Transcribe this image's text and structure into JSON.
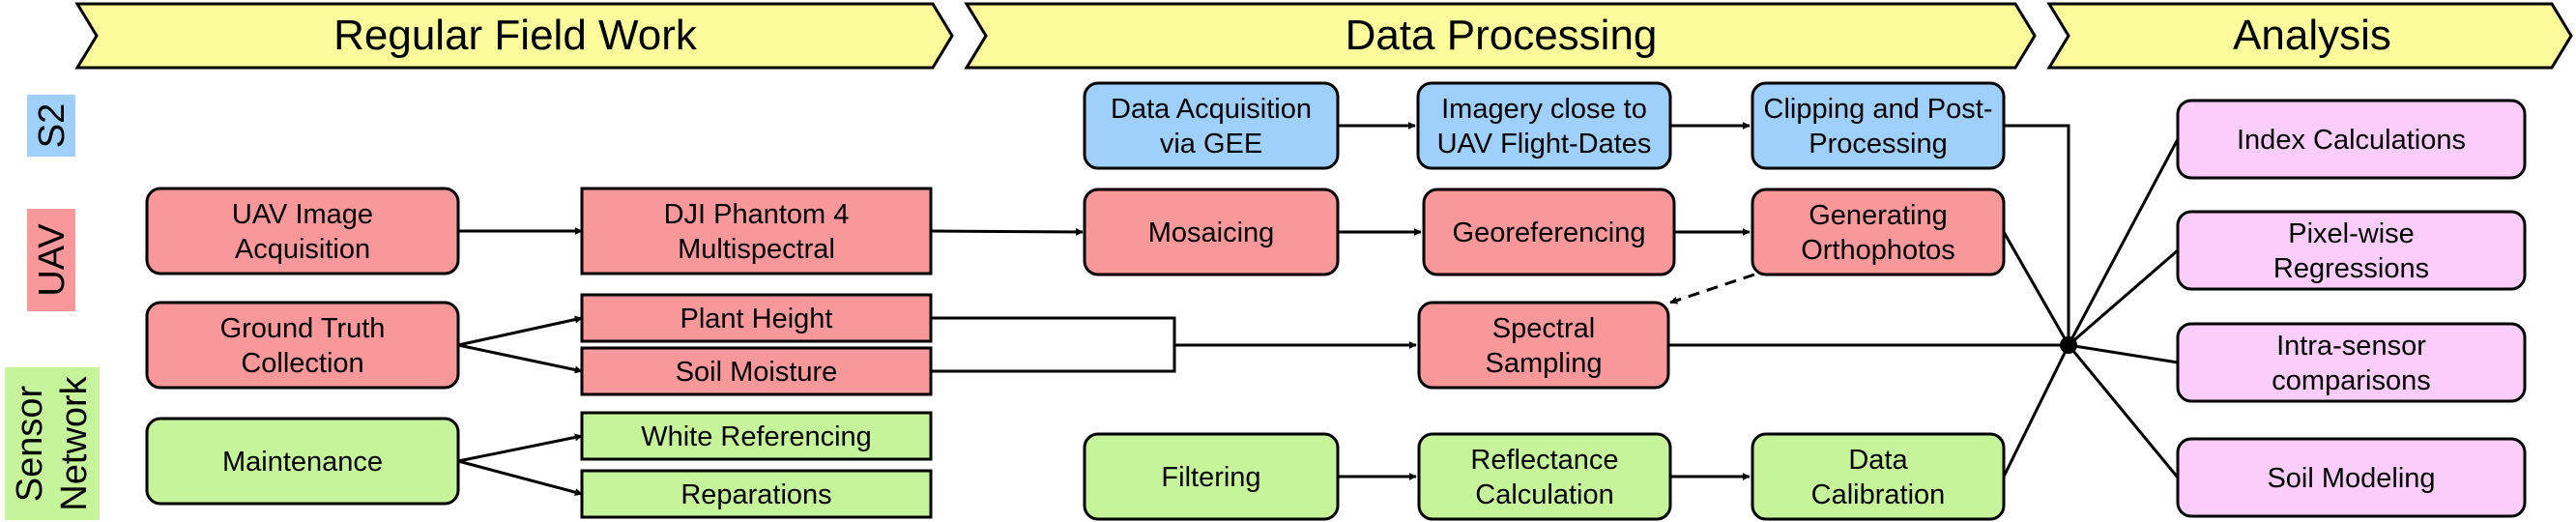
{
  "colors": {
    "phase": "#fbfb9b",
    "s2": "#9fd0fb",
    "uav": "#f9989a",
    "sensor": "#c6f49a",
    "analysis": "#fbcdfb",
    "stroke": "#000000"
  },
  "phases": [
    {
      "id": "field",
      "label": "Regular Field Work"
    },
    {
      "id": "processing",
      "label": "Data Processing"
    },
    {
      "id": "analysis",
      "label": "Analysis"
    }
  ],
  "lanes": [
    {
      "id": "s2",
      "label": "S2"
    },
    {
      "id": "uav",
      "label": "UAV"
    },
    {
      "id": "sensor",
      "label": [
        "Sensor",
        "Network"
      ]
    }
  ],
  "boxes": {
    "uav_image_acq": [
      "UAV Image",
      "Acquisition"
    ],
    "ground_truth": [
      "Ground Truth",
      "Collection"
    ],
    "maintenance": [
      "Maintenance"
    ],
    "dji": [
      "DJI Phantom 4",
      "Multispectral"
    ],
    "plant_height": [
      "Plant Height"
    ],
    "soil_moisture": [
      "Soil Moisture"
    ],
    "white_ref": [
      "White Referencing"
    ],
    "reparations": [
      "Reparations"
    ],
    "gee": [
      "Data Acquisition",
      "via GEE"
    ],
    "imagery_close": [
      "Imagery close to",
      "UAV Flight-Dates"
    ],
    "clipping": [
      "Clipping and Post-",
      "Processing"
    ],
    "mosaicing": [
      "Mosaicing"
    ],
    "georef": [
      "Georeferencing"
    ],
    "ortho": [
      "Generating",
      "Orthophotos"
    ],
    "spectral": [
      "Spectral",
      "Sampling"
    ],
    "filtering": [
      "Filtering"
    ],
    "reflectance": [
      "Reflectance",
      "Calculation"
    ],
    "calibration": [
      "Data",
      "Calibration"
    ],
    "index": [
      "Index Calculations"
    ],
    "pixelwise": [
      "Pixel-wise",
      "Regressions"
    ],
    "intra": [
      "Intra-sensor",
      "comparisons"
    ],
    "soilmod": [
      "Soil Modeling"
    ]
  }
}
